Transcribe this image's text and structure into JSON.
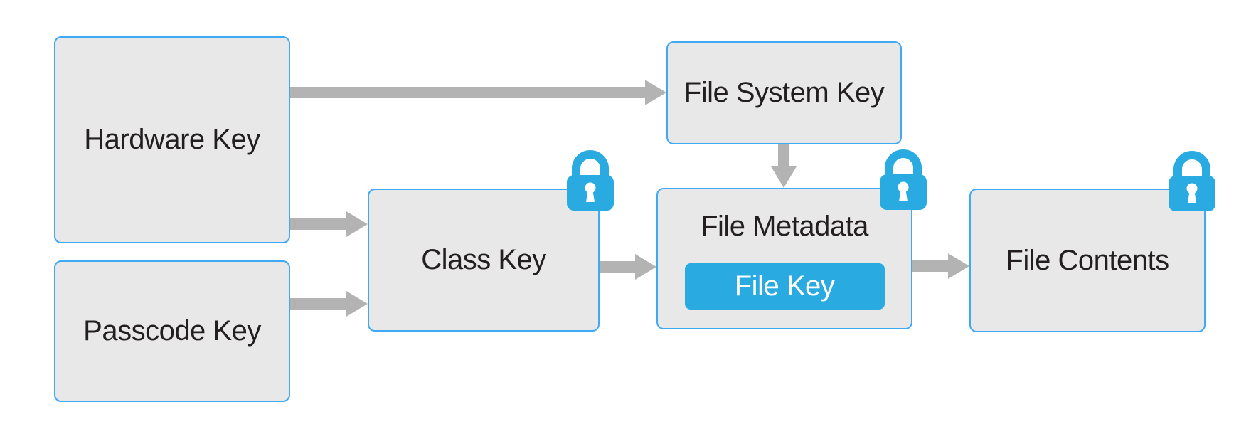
{
  "nodes": {
    "hardware_key": {
      "label": "Hardware Key"
    },
    "passcode_key": {
      "label": "Passcode Key"
    },
    "class_key": {
      "label": "Class Key",
      "locked": true
    },
    "file_system_key": {
      "label": "File System Key"
    },
    "file_metadata": {
      "label": "File Metadata",
      "locked": true,
      "file_key": {
        "label": "File Key"
      }
    },
    "file_contents": {
      "label": "File Contents",
      "locked": true
    }
  },
  "edges": [
    {
      "from": "hardware_key",
      "to": "file_system_key"
    },
    {
      "from": "hardware_key",
      "to": "class_key"
    },
    {
      "from": "passcode_key",
      "to": "class_key"
    },
    {
      "from": "class_key",
      "to": "file_metadata"
    },
    {
      "from": "file_system_key",
      "to": "file_metadata"
    },
    {
      "from": "file_metadata",
      "to": "file_contents"
    }
  ],
  "locked_nodes": [
    "class_key",
    "file_metadata",
    "file_contents"
  ],
  "icons": {
    "lock": "lock-icon"
  },
  "colors": {
    "accent_blue": "#29ABE2",
    "box_border_blue": "#3FA9F5",
    "box_fill_gray": "#E8E8E9",
    "arrow_gray": "#B3B3B3",
    "label_text": "#231F20",
    "file_key_text": "#FFFFFF",
    "background": "#FFFFFF"
  }
}
